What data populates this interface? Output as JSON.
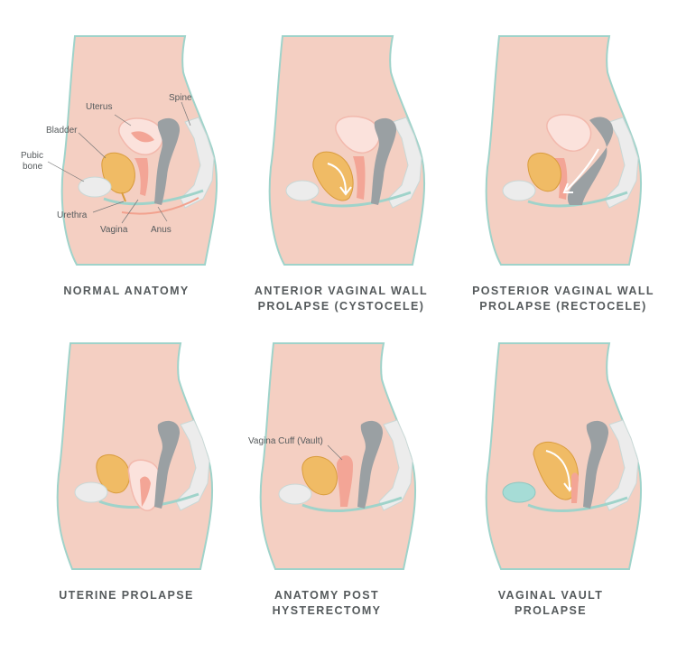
{
  "colors": {
    "skin": "#f4cfc2",
    "outline": "#9fd3ca",
    "bladder": "#f0bb65",
    "bladder_stroke": "#d99c3d",
    "uterus_fill": "#fbe2dc",
    "uterus_stroke": "#f2b9ad",
    "vagina": "#f3a596",
    "rectum": "#9aa0a3",
    "bone": "#ececec",
    "label": "#555a5c"
  },
  "panels": [
    {
      "caption": [
        "NORMAL ANATOMY"
      ],
      "labels": {
        "uterus": "Uterus",
        "spine": "Spine",
        "bladder": "Bladder",
        "pubic_bone": [
          "Pubic",
          "bone"
        ],
        "urethra": "Urethra",
        "vagina": "Vagina",
        "anus": "Anus"
      }
    },
    {
      "caption": [
        "ANTERIOR VAGINAL WALL",
        "PROLAPSE (CYSTOCELE)"
      ]
    },
    {
      "caption": [
        "POSTERIOR VAGINAL WALL",
        "PROLAPSE (RECTOCELE)"
      ]
    },
    {
      "caption": [
        "UTERINE PROLAPSE"
      ]
    },
    {
      "caption": [
        "ANATOMY POST",
        "HYSTERECTOMY"
      ],
      "labels": {
        "vault": "Vagina Cuff (Vault)"
      }
    },
    {
      "caption": [
        "VAGINAL VAULT",
        "PROLAPSE"
      ]
    }
  ]
}
